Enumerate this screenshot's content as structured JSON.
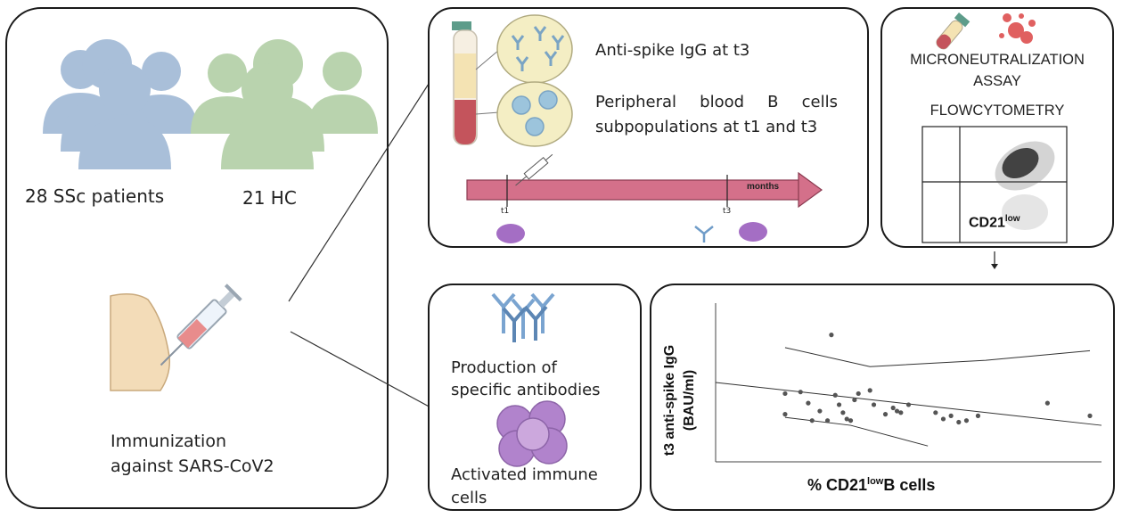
{
  "cohort": {
    "patients_label": "28 SSc patients",
    "controls_label": "21 HC"
  },
  "immunization": {
    "line1": "Immunization",
    "line2": "against SARS-CoV2"
  },
  "sampling": {
    "igg_label": "Anti-spike IgG at t3",
    "bcells_line1": "Peripheral blood B cells",
    "bcells_line2": "subpopulations at t1 and t3",
    "timeline_label": "months",
    "t1_label": "t1",
    "t3_label": "t3"
  },
  "assays": {
    "microneut_line1": "MICRONEUTRALIZATION",
    "microneut_line2": "ASSAY",
    "flow_label": "FLOWCYTOMETRY",
    "gate_base": "CD21",
    "gate_sup": "low"
  },
  "response": {
    "antibodies_line1": "Production of",
    "antibodies_line2": "specific antibodies",
    "cells_line1": "Activated immune",
    "cells_line2": "cells"
  },
  "colors": {
    "patients": "#a9bfd9",
    "controls": "#b9d3ae",
    "timeline": "#d4708a",
    "cell": "#a46ec4",
    "virus": "#e06060"
  },
  "chart_data": {
    "type": "scatter",
    "title": "",
    "xlabel_base": "% CD21",
    "xlabel_sup": "low",
    "xlabel_tail": "B cells",
    "ylabel_line1": "t3 anti-spike IgG",
    "ylabel_line2": "(BAU/ml)",
    "xlim": [
      0,
      100
    ],
    "ylim": [
      0,
      100
    ],
    "grid": false,
    "points": [
      [
        30,
        80
      ],
      [
        18,
        43
      ],
      [
        18,
        30
      ],
      [
        22,
        44
      ],
      [
        24,
        37
      ],
      [
        25,
        26
      ],
      [
        27,
        32
      ],
      [
        29,
        26
      ],
      [
        31,
        42
      ],
      [
        32,
        36
      ],
      [
        33,
        31
      ],
      [
        34,
        27
      ],
      [
        35,
        26
      ],
      [
        36,
        39
      ],
      [
        37,
        43
      ],
      [
        40,
        45
      ],
      [
        41,
        36
      ],
      [
        44,
        30
      ],
      [
        46,
        34
      ],
      [
        47,
        32
      ],
      [
        48,
        31
      ],
      [
        50,
        36
      ],
      [
        57,
        31
      ],
      [
        59,
        27
      ],
      [
        61,
        29
      ],
      [
        63,
        25
      ],
      [
        65,
        26
      ],
      [
        68,
        29
      ],
      [
        86,
        37
      ],
      [
        97,
        29
      ]
    ],
    "fit_line": [
      [
        0,
        50
      ],
      [
        100,
        23
      ]
    ],
    "ci_upper": [
      [
        18,
        72
      ],
      [
        40,
        60
      ],
      [
        70,
        64
      ],
      [
        97,
        70
      ]
    ],
    "ci_lower": [
      [
        18,
        28
      ],
      [
        35,
        23
      ],
      [
        55,
        10
      ]
    ]
  }
}
